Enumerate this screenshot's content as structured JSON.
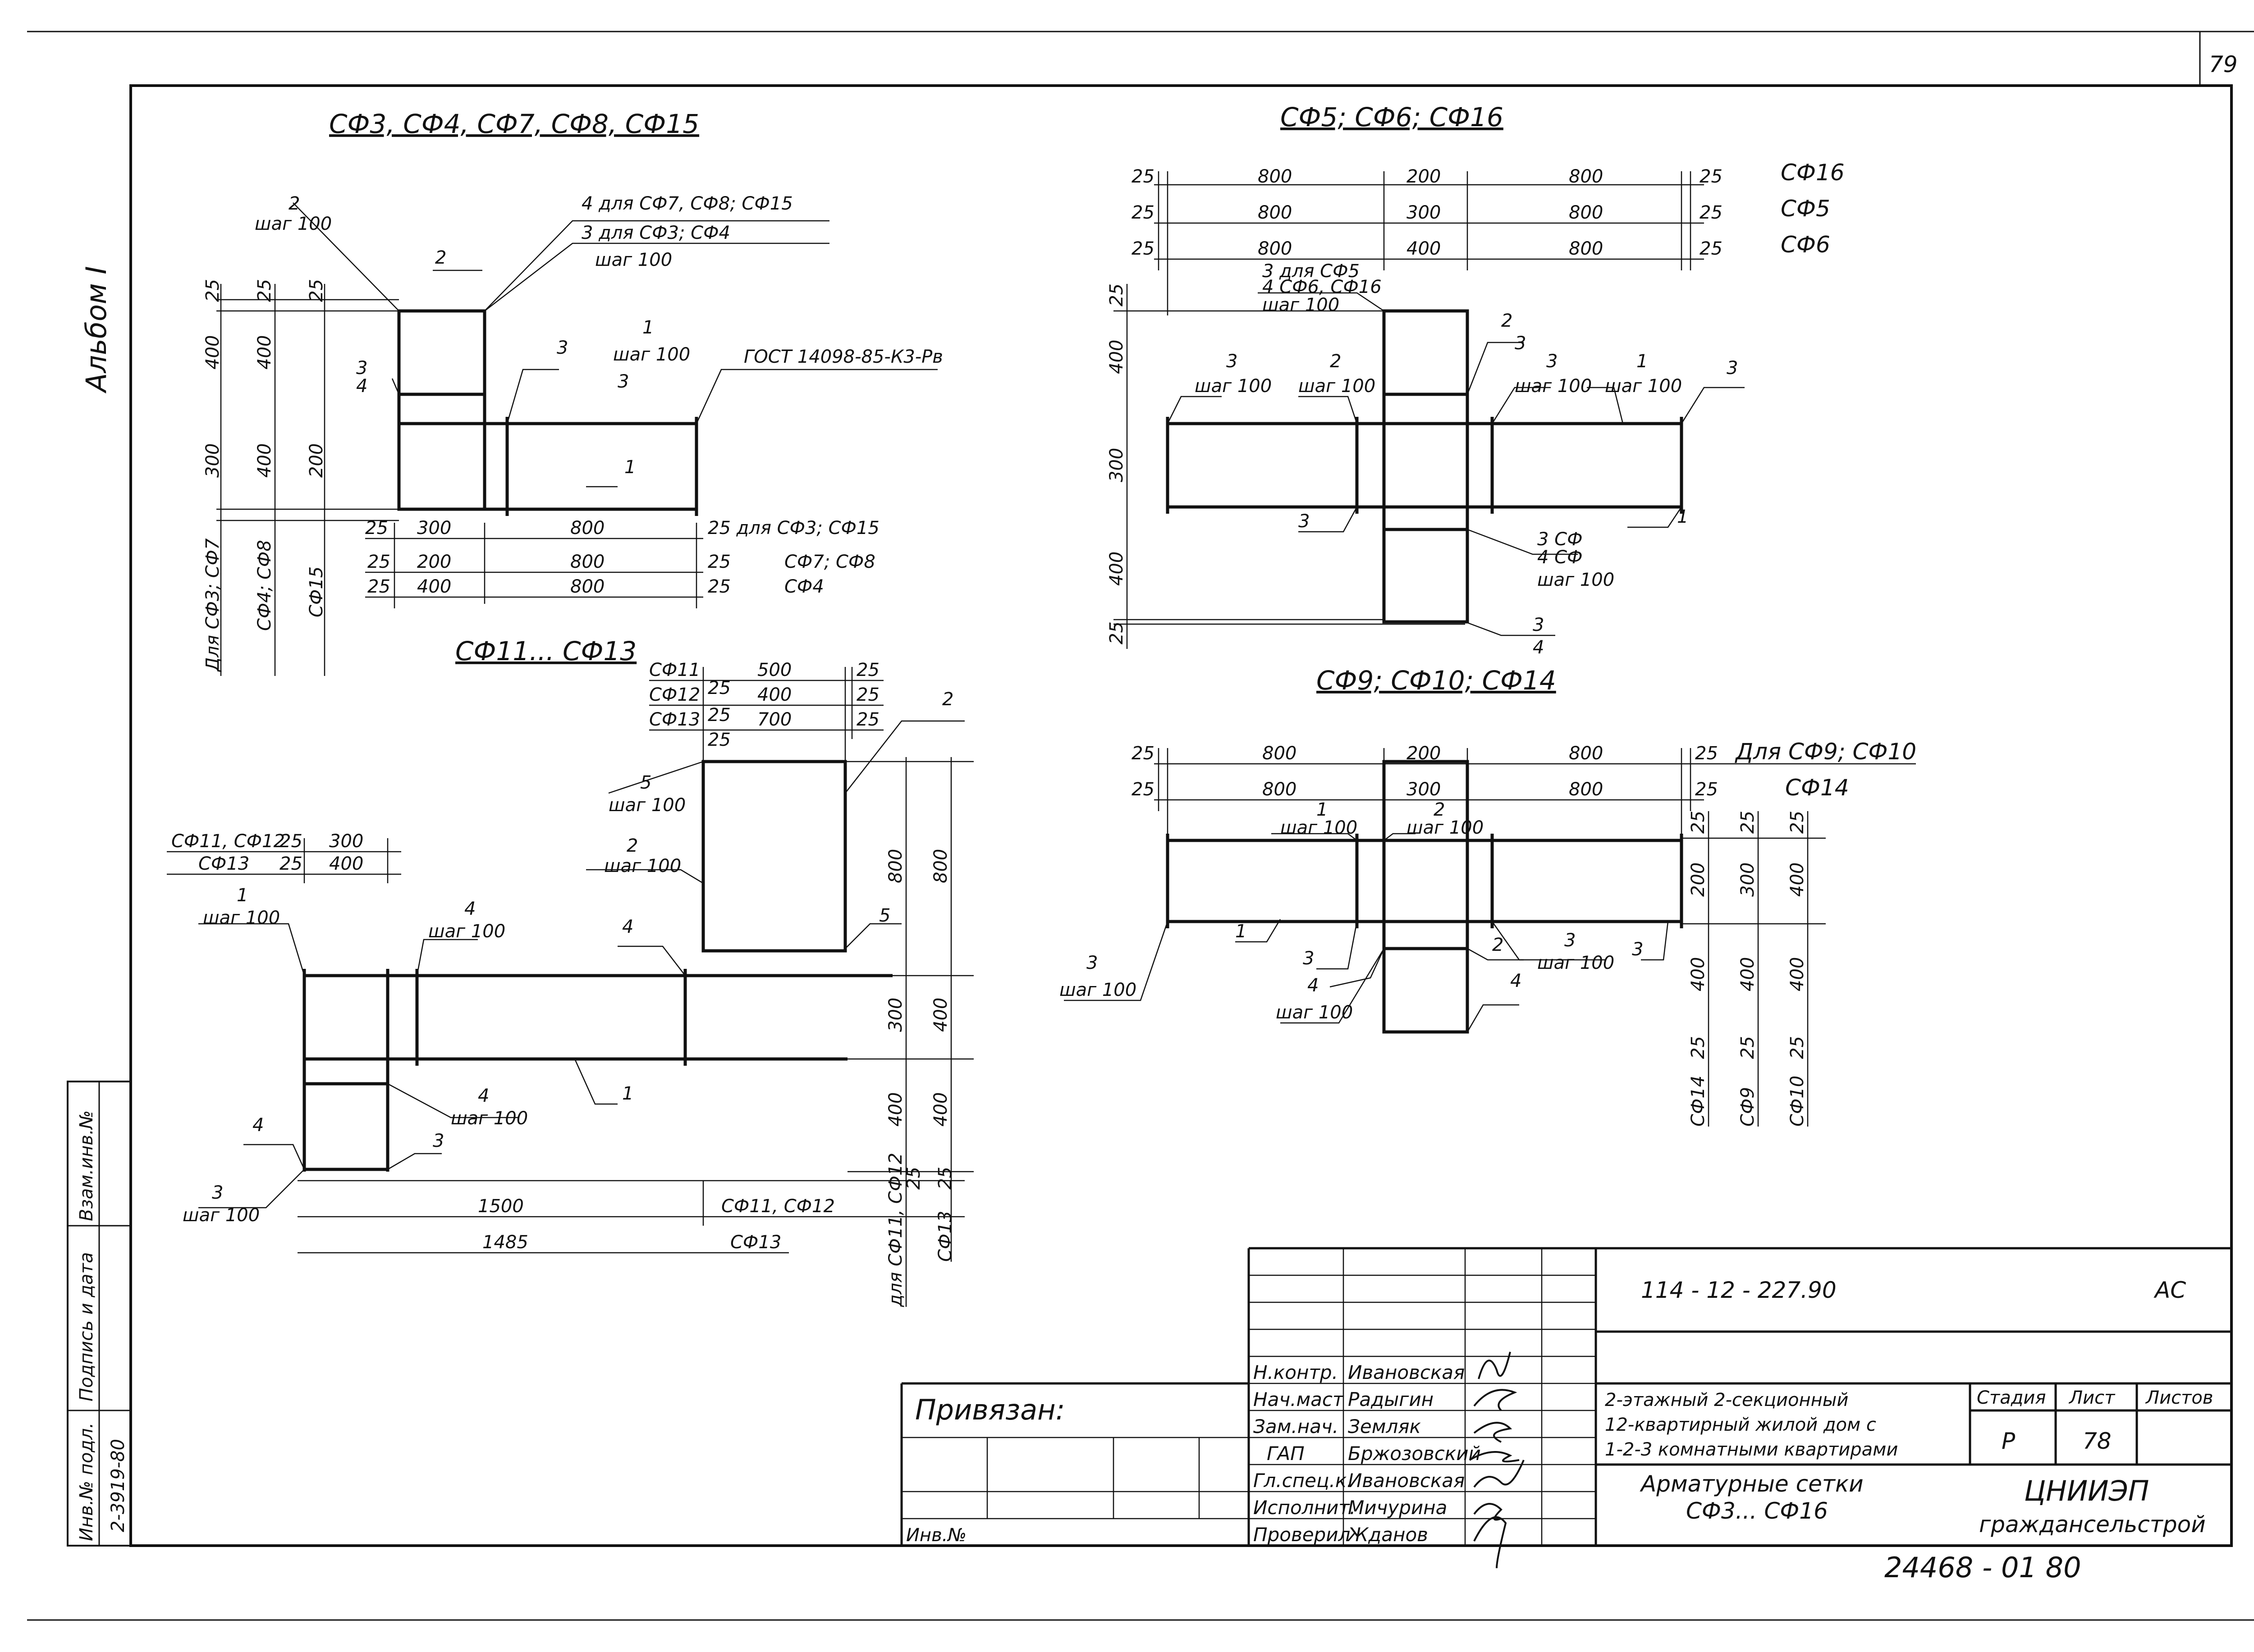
{
  "page": {
    "number": "79"
  },
  "side": {
    "album": "Альбом I"
  },
  "left_strip": {
    "vzam_inv": "Взам.инв.№",
    "podpis_data": "Подпись и дата",
    "inv_podl": "Инв.№ подл.",
    "inv_value": "2-3919-80"
  },
  "drawings": {
    "d1": {
      "title": "СФ3, СФ4, СФ7, СФ8, СФ15",
      "callouts": {
        "c2": "2",
        "shag": "шаг 100",
        "c4_for": "4 для СФ7, СФ8; СФ15",
        "c3_for": "3 для СФ3; СФ4",
        "c34a": "3",
        "c34b": "4",
        "c1": "1",
        "c3": "3",
        "c1b": "1",
        "gost": "ГОСТ 14098-85-К3-Рв"
      },
      "dims_v": {
        "a": "25",
        "b": "400",
        "c": "300",
        "d": "25",
        "e": "400",
        "f": "400",
        "g": "25",
        "h": "200"
      },
      "dims_rows": [
        {
          "l": "25",
          "a": "300",
          "b": "800",
          "r": "25 для СФ3; СФ15"
        },
        {
          "l": "25",
          "a": "200",
          "b": "800",
          "r": "25",
          "r2": "СФ7; СФ8"
        },
        {
          "l": "25",
          "a": "400",
          "b": "800",
          "r": "25",
          "r2": "СФ4"
        }
      ],
      "vlabels": {
        "v1": "Для СФ3; СФ7",
        "v2": "СФ4; СФ8",
        "v3": "СФ15"
      }
    },
    "d2": {
      "title": "СФ5; СФ6; СФ16",
      "rows": [
        {
          "l": "25",
          "a": "800",
          "b": "200",
          "c": "800",
          "d": "25",
          "name": "СФ16"
        },
        {
          "l": "25",
          "a": "800",
          "b": "300",
          "c": "800",
          "d": "25",
          "name": "СФ5"
        },
        {
          "l": "25",
          "a": "800",
          "b": "400",
          "c": "800",
          "d": "25",
          "name": "СФ6"
        }
      ],
      "callouts": {
        "top1": "3 для СФ5",
        "top2": "4 СФ6, СФ16",
        "top3": "шаг 100",
        "c2": "2",
        "c3": "3",
        "c3b": "3",
        "c1": "1",
        "c3c": "3",
        "c3d": "3",
        "c3sf": "3 СФ",
        "c4sf": "4 СФ",
        "c3e": "3",
        "c4": "4",
        "c1b": "1",
        "sh": "шаг 100",
        "c2b": "2"
      },
      "dims_v": {
        "a": "25",
        "b": "400",
        "c": "300",
        "d": "400",
        "e": "25"
      }
    },
    "d3": {
      "title": "СФ11... СФ13",
      "rows_top": [
        {
          "name": "СФ11",
          "a": "500",
          "b": "25"
        },
        {
          "name": "СФ12",
          "l": "25",
          "a": "400",
          "b": "25"
        },
        {
          "name": "СФ13",
          "l": "25",
          "a": "700",
          "b": "25"
        }
      ],
      "left_rows": [
        {
          "name": "СФ11, СФ12",
          "l": "25",
          "a": "300"
        },
        {
          "name": "СФ13",
          "l": "25",
          "a": "400"
        }
      ],
      "callouts": {
        "c5": "5",
        "c2": "2",
        "c2b": "2",
        "c1": "1",
        "c4": "4",
        "c4b": "4",
        "c5b": "5",
        "c4c": "4",
        "c4d": "4",
        "c3": "3",
        "c3b": "3",
        "c1b": "1",
        "sh": "шаг 100",
        "c25": "25"
      },
      "dims_v": {
        "a": "800",
        "b": "800",
        "c": "300",
        "d": "400",
        "e": "400",
        "f": "400",
        "g": "25",
        "h": "25"
      },
      "bottom": {
        "a": "1500",
        "aname": "СФ11, СФ12",
        "b": "1485",
        "bname": "СФ13"
      },
      "vlabels": {
        "v1": "для СФ11, СФ12",
        "v2": "СФ13"
      }
    },
    "d4": {
      "title": "СФ9; СФ10; СФ14",
      "rows": [
        {
          "l": "25",
          "a": "800",
          "b": "200",
          "c": "800",
          "d": "25",
          "name": "Для СФ9; СФ10"
        },
        {
          "l": "25",
          "a": "800",
          "b": "300",
          "c": "800",
          "d": "25",
          "name": "СФ14"
        }
      ],
      "callouts": {
        "c1": "1",
        "c2": "2",
        "sh": "шаг 100",
        "c1b": "1",
        "c3": "3",
        "c3b": "3",
        "c4": "4",
        "c2b": "2",
        "c4b": "4",
        "c3c": "3",
        "c3d": "3"
      },
      "dims_v": {
        "a": "25",
        "b": "25",
        "c": "25",
        "d": "200",
        "e": "300",
        "f": "400",
        "g": "400",
        "h": "400",
        "i": "400",
        "j": "25",
        "k": "25",
        "l": "25"
      },
      "vlabels": {
        "v1": "СФ14",
        "v2": "СФ9",
        "v3": "СФ10"
      }
    }
  },
  "titleblock": {
    "code": "114 - 12 - 227.90",
    "mark": "АС",
    "privyazan": "Привязан:",
    "inv_no": "Инв.№",
    "roles": [
      {
        "role": "Н.контр.",
        "name": "Ивановская"
      },
      {
        "role": "Нач.маст",
        "name": "Радыгин"
      },
      {
        "role": "Зам.нач.",
        "name": "Земляк"
      },
      {
        "role": "ГАП",
        "name": "Бржозовский"
      },
      {
        "role": "Гл.спец.к.",
        "name": "Ивановская"
      },
      {
        "role": "Исполнит.",
        "name": "Мичурина"
      },
      {
        "role": "Проверил",
        "name": "Жданов"
      }
    ],
    "project": [
      "2-этажный 2-секционный",
      "12-квартирный жилой дом с",
      "1-2-3 комнатными квартирами"
    ],
    "sheet_title": [
      "Арматурные сетки",
      "СФ3... СФ16"
    ],
    "headers": {
      "stage": "Стадия",
      "sheet": "Лист",
      "sheets": "Листов"
    },
    "values": {
      "stage": "Р",
      "sheet": "78"
    },
    "org": [
      "ЦНИИЭП",
      "граждансельстрой"
    ],
    "footer": "24468 - 01   80"
  }
}
